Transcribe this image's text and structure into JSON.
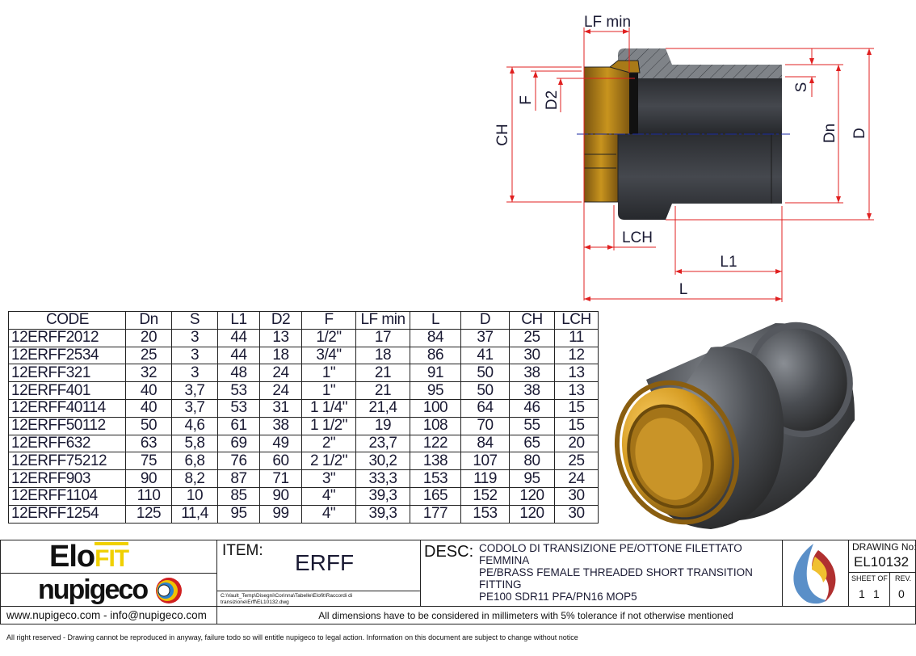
{
  "drawing_labels": {
    "lf_min": "LF min",
    "ch": "CH",
    "f": "F",
    "d2": "D2",
    "s": "S",
    "dn": "Dn",
    "d": "D",
    "lch": "LCH",
    "l1": "L1",
    "l": "L"
  },
  "table": {
    "headers": [
      "CODE",
      "Dn",
      "S",
      "L1",
      "D2",
      "F",
      "LF min",
      "L",
      "D",
      "CH",
      "LCH"
    ],
    "rows": [
      [
        "12ERFF2012",
        "20",
        "3",
        "44",
        "13",
        "1/2\"",
        "17",
        "84",
        "37",
        "25",
        "11"
      ],
      [
        "12ERFF2534",
        "25",
        "3",
        "44",
        "18",
        "3/4\"",
        "18",
        "86",
        "41",
        "30",
        "12"
      ],
      [
        "12ERFF321",
        "32",
        "3",
        "48",
        "24",
        "1\"",
        "21",
        "91",
        "50",
        "38",
        "13"
      ],
      [
        "12ERFF401",
        "40",
        "3,7",
        "53",
        "24",
        "1\"",
        "21",
        "95",
        "50",
        "38",
        "13"
      ],
      [
        "12ERFF40114",
        "40",
        "3,7",
        "53",
        "31",
        "1 1/4\"",
        "21,4",
        "100",
        "64",
        "46",
        "15"
      ],
      [
        "12ERFF50112",
        "50",
        "4,6",
        "61",
        "38",
        "1 1/2\"",
        "19",
        "108",
        "70",
        "55",
        "15"
      ],
      [
        "12ERFF632",
        "63",
        "5,8",
        "69",
        "49",
        "2\"",
        "23,7",
        "122",
        "84",
        "65",
        "20"
      ],
      [
        "12ERFF75212",
        "75",
        "6,8",
        "76",
        "60",
        "2 1/2\"",
        "30,2",
        "138",
        "107",
        "80",
        "25"
      ],
      [
        "12ERFF903",
        "90",
        "8,2",
        "87",
        "71",
        "3\"",
        "33,3",
        "153",
        "119",
        "95",
        "24"
      ],
      [
        "12ERFF1104",
        "110",
        "10",
        "85",
        "90",
        "4\"",
        "39,3",
        "165",
        "152",
        "120",
        "30"
      ],
      [
        "12ERFF1254",
        "125",
        "11,4",
        "95",
        "99",
        "4\"",
        "39,3",
        "177",
        "153",
        "120",
        "30"
      ]
    ]
  },
  "title_block": {
    "logo_top": {
      "part1": "Elo",
      "part2": "FIT"
    },
    "logo_bottom": "nupigeco",
    "item_label": "ITEM:",
    "item_value": "ERFF",
    "file_path": "C:\\Vault_Temp\\Disegni\\Corinna\\Tabelle\\Elofit\\Raccordi di transizione\\Erff\\EL10132.dwg",
    "desc_label": "DESC:",
    "desc_lines": [
      "CODOLO DI TRANSIZIONE PE/OTTONE FILETTATO",
      "FEMMINA",
      "PE/BRASS FEMALE THREADED SHORT TRANSITION",
      "FITTING",
      "PE100 SDR11 PFA/PN16 MOP5"
    ],
    "drawing_no_label": "DRAWING No:",
    "drawing_no": "EL10132",
    "sheet_label": "SHEET OF",
    "sheet": "1",
    "sheet_of": "1",
    "rev_label": "REV.",
    "rev": "0",
    "contact": "www.nupigeco.com - info@nupigeco.com",
    "tolerance_note": "All dimensions have to be considered in millimeters with 5% tolerance if not otherwise mentioned"
  },
  "disclaimer": "All right reserved - Drawing cannot be reproduced in anyway, failure todo so will entitle nupigeco to legal action. Information on this document are subject to change without notice",
  "colors": {
    "dimension": "#e02020",
    "brass": "#b8860b",
    "pe": "#3a3d42",
    "centerline": "#1a2aa0"
  }
}
